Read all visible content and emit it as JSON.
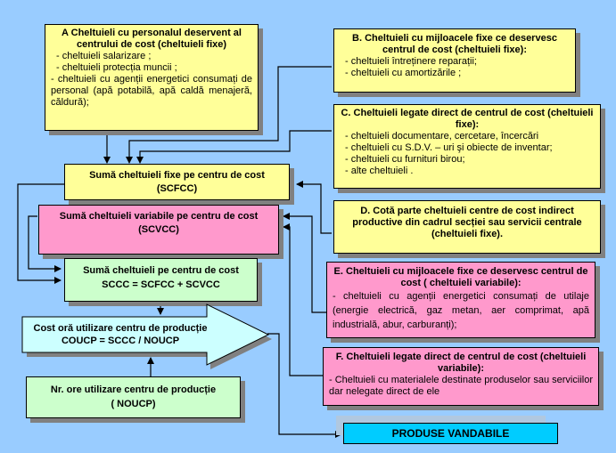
{
  "diagram": {
    "boxA": {
      "title": "A  Cheltuieli cu personalul deservent al centrului de cost (cheltuieli fixe)",
      "items": [
        "-   cheltuieli salarizare ;",
        "-   cheltuieli protecția muncii ;",
        "-  cheltuieli cu agenții energetici consumați de personal (apă potabilă, apă caldă menajeră, căldură);"
      ]
    },
    "boxB": {
      "title": "B. Cheltuieli cu mijloacele fixe ce deservesc centrul de cost (cheltuieli fixe):",
      "items": [
        "-   cheltuieli întreținere reparații;",
        "-   cheltuieli cu amortizările  ;"
      ]
    },
    "boxC": {
      "title": "C. Cheltuieli legate direct de  centrul de cost (cheltuieli fixe):",
      "items": [
        "-   cheltuieli documentare, cercetare, încercări",
        "-   cheltuieli cu S.D.V. – uri şi obiecte de inventar;",
        "-  cheltuieli cu  furnituri birou;",
        "-  alte cheltuieli ."
      ]
    },
    "boxD": {
      "title": "D. Cotă parte cheltuieli centre de cost indirect productive din cadrul secției sau servicii centrale (cheltuieli fixe)."
    },
    "boxE": {
      "title": "E. Cheltuieli cu mijloacele fixe ce deservesc centrul de cost ( cheltuieli variabile):",
      "items": [
        "-  cheltuieli cu agenții energetici consumați de utilaje (energie electrică, gaz metan, aer comprimat, apă industrială, abur, carburanți);"
      ]
    },
    "boxF": {
      "title": "F. Cheltuieli legate direct de centrul de cost (cheltuieli variabile):",
      "items": [
        "- Cheltuieli cu materialele destinate produselor sau serviciilor dar nelegate direct de ele"
      ]
    },
    "scfcc": {
      "line1": "Sumă cheltuieli fixe pe centru de cost",
      "line2": "(SCFCC)"
    },
    "scvcc": {
      "line1": "Sumă cheltuieli variabile pe centru de cost",
      "line2": "(SCVCC)"
    },
    "sccc": {
      "line1": "Sumă cheltuieli pe centru de cost",
      "line2": "SCCC = SCFCC + SCVCC"
    },
    "coucp": {
      "line1": "Cost oră utilizare centru de producție",
      "line2": "COUCP = SCCC / NOUCP"
    },
    "noucp": {
      "line1": "Nr. ore utilizare centru de producție",
      "line2": "( NOUCP)"
    },
    "produse": {
      "label": "PRODUSE VANDABILE"
    }
  },
  "colors": {
    "background": "#99ccff",
    "fixed_costs": "#ffff99",
    "variable_costs": "#ff99cc",
    "totals": "#ccffcc",
    "result_arrow": "#ccffff",
    "output": "#00ccff"
  }
}
